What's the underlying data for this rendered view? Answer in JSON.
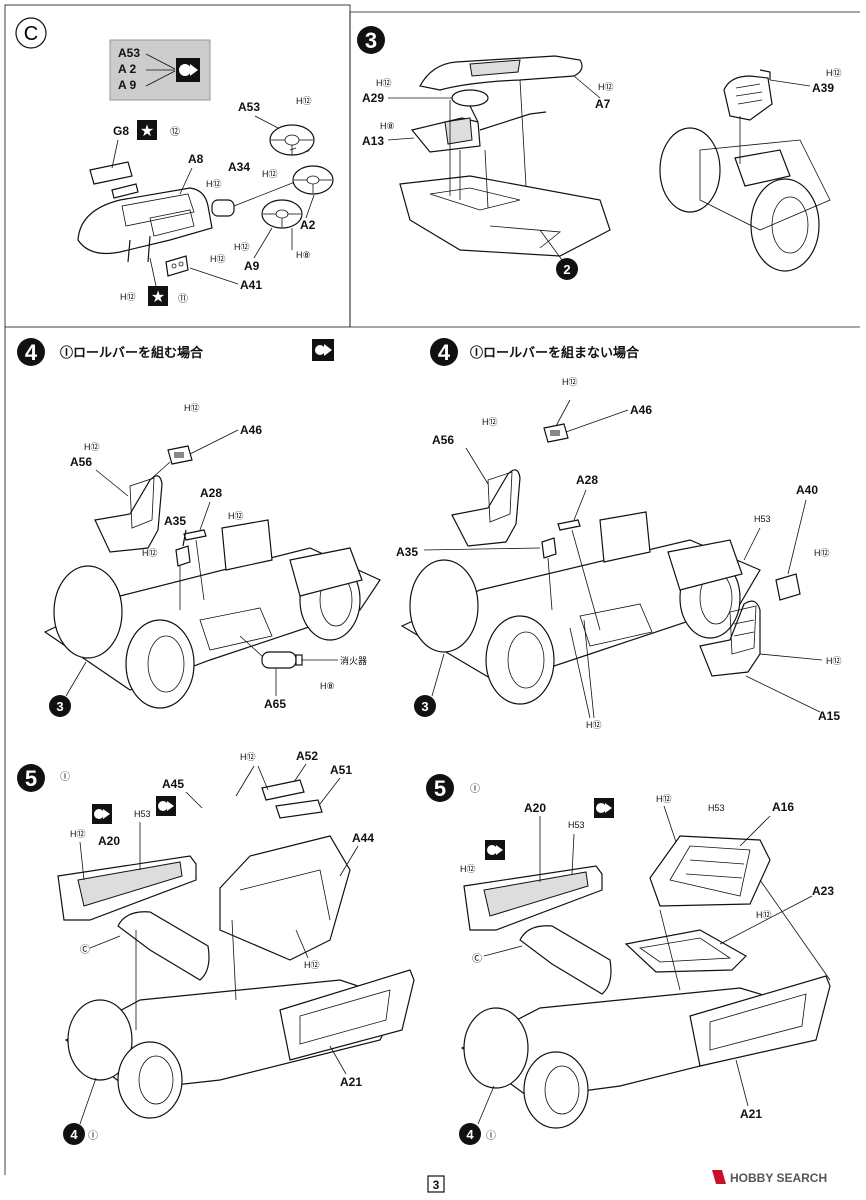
{
  "page": {
    "number": "3"
  },
  "watermark": {
    "brand": "HOBBY SEARCH"
  },
  "sectionC": {
    "letter": "C",
    "note_labels": [
      "A53",
      "A 2",
      "A 9"
    ],
    "paint_g8": "G8",
    "paint_g8_code": "⑫",
    "paint_a8": "A8",
    "h12_a8": "H⑫",
    "a34": "A34",
    "h12_a34": "H⑫",
    "a53": "A53",
    "h12_a53": "H⑫",
    "h8_a53": "H⑧",
    "a2": "A2",
    "a9": "A9",
    "h12_a9": "H⑫",
    "h8_a9": "H⑧",
    "a41": "A41",
    "h12_a41": "H⑫",
    "h12_bottom": "H⑫",
    "code_bottom": "⑪"
  },
  "step3": {
    "num": "3",
    "a29": "A29",
    "h12_a29": "H⑫",
    "a13": "A13",
    "h8_a13": "H⑧",
    "a7": "A7",
    "h12_a7": "H⑫",
    "a39": "A39",
    "h12_a39": "H⑫",
    "ref": "2"
  },
  "step4a": {
    "num": "4",
    "title": "Ⓘロールバーを組む場合",
    "a46": "A46",
    "h12_a46": "H⑫",
    "a56": "A56",
    "h12_a56": "H⑫",
    "a28": "A28",
    "h12_a28": "H⑫",
    "a35": "A35",
    "h12_a35": "H⑫",
    "extinguisher": "消火器",
    "a65": "A65",
    "h8_a65": "H⑧",
    "ref": "3"
  },
  "step4b": {
    "num": "4",
    "title": "Ⓘロールバーを組まない場合",
    "a46": "A46",
    "h12_a46": "H⑫",
    "a56": "A56",
    "h12_a56": "H⑫",
    "a28": "A28",
    "a35": "A35",
    "a40": "A40",
    "h12_a40": "H⑫",
    "h53": "H53",
    "h12_a15": "H⑫",
    "a15": "A15",
    "h12_bottom": "H⑫",
    "ref": "3"
  },
  "step5a": {
    "num": "5",
    "sub": "Ⓘ",
    "a45": "A45",
    "a52": "A52",
    "a51": "A51",
    "h12_top": "H⑫",
    "a20": "A20",
    "h12_a20": "H⑫",
    "h53_a20": "H53",
    "a44": "A44",
    "h12_a44": "H⑫",
    "c_ref": "Ⓒ",
    "a21": "A21",
    "ref": "4",
    "ref_sub": "Ⓘ"
  },
  "step5b": {
    "num": "5",
    "sub": "Ⓘ",
    "a20": "A20",
    "h12_a20": "H⑫",
    "h53_a20": "H53",
    "a16": "A16",
    "h12_a16": "H⑫",
    "h53_a16": "H53",
    "a23": "A23",
    "h12_a23": "H⑫",
    "c_ref": "Ⓒ",
    "a21": "A21",
    "ref": "4",
    "ref_sub": "Ⓘ"
  }
}
